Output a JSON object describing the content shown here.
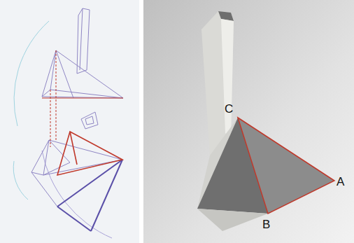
{
  "diagram": {
    "labels": [
      "C",
      "A",
      "B"
    ]
  }
}
